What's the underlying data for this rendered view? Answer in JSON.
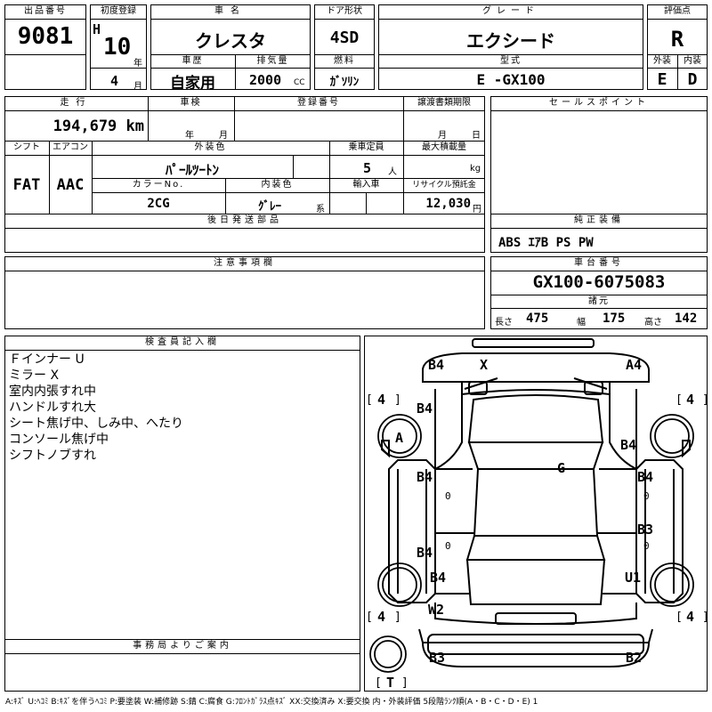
{
  "header": {
    "lot_label": "出品番号",
    "lot": "9081",
    "first_reg_label": "初度登録",
    "era": "H",
    "year": "10",
    "year_unit": "年",
    "month": "4",
    "month_unit": "月",
    "car_label": "車名",
    "car": "クレスタ",
    "history_label": "車歴",
    "history": "自家用",
    "displacement_label": "排気量",
    "displacement": "2000",
    "cc": "CC",
    "door_label": "ドア形状",
    "door": "4SD",
    "fuel_label": "燃料",
    "fuel": "ｶﾞｿﾘﾝ",
    "grade_label": "グレード",
    "grade": "エクシード",
    "model_label": "型式",
    "model": "E -GX100",
    "score_label": "評価点",
    "score": "R",
    "ext_label": "外装",
    "ext": "E",
    "int_label": "内装",
    "int": "D"
  },
  "row2": {
    "mileage_label": "走行",
    "mileage": "194,679 km",
    "inspection_label": "車検",
    "inspection_year": "年",
    "inspection_month": "月",
    "reg_label": "登録番号",
    "transfer_label": "譲渡書類期限",
    "transfer_month": "月",
    "transfer_day": "日",
    "sales_label": "セールスポイント",
    "shift_label": "シフト",
    "shift": "FAT",
    "ac_label": "エアコン",
    "ac": "AAC",
    "color_label": "外装色",
    "color": "ﾊﾟｰﾙﾂｰﾄﾝ",
    "capacity_label": "乗車定員",
    "capacity": "5",
    "capacity_unit": "人",
    "load_label": "最大積載量",
    "load_unit": "kg",
    "color_no_label": "カラーNo.",
    "color_no": "2CG",
    "interior_label": "内装色",
    "interior": "ｸﾞﾚｰ",
    "interior_unit": "系",
    "import_label": "輸入車",
    "recycle_label": "リサイクル預託金",
    "recycle": "12,030",
    "recycle_unit": "円",
    "later_label": "後日発送部品",
    "equip_label": "純正装備",
    "equip": "ABS ｴｱB PS PW"
  },
  "notes": {
    "caution_label": "注意事項欄",
    "chassis_label": "車台番号",
    "chassis": "GX100-6075083",
    "dims_label": "諸元",
    "len_label": "長さ",
    "len": "475",
    "wid_label": "幅",
    "wid": "175",
    "hei_label": "高さ",
    "hei": "142"
  },
  "inspector": {
    "label": "検査員記入欄",
    "lines": [
      "Ｆインナー U",
      "ミラー X",
      "室内内張すれ中",
      "ハンドルすれ大",
      "シート焦げ中、しみ中、へたり",
      "コンソール焦げ中",
      "シフトノブすれ"
    ],
    "office_label": "事務局よりご案内"
  },
  "diagram": {
    "marks": {
      "b4_tl": "B4",
      "x_top": "X",
      "a4_tr": "A4",
      "b4_hood": "B4",
      "g_roof": "G",
      "a_wheel": "A",
      "b4_rf": "B4",
      "b4_lf_door": "B4",
      "b4_rf_door": "B4",
      "b4_lr_door": "B4",
      "b3_rr_door": "B3",
      "b4_lr": "B4",
      "u1_rr": "U1",
      "w2_trunk": "W2",
      "b3_bl": "B3",
      "b2_br": "B2"
    },
    "tires": {
      "fl": "4",
      "fr": "4",
      "rl": "4",
      "rr": "4",
      "spare": "T"
    },
    "zeros": [
      "0",
      "0",
      "0",
      "0"
    ]
  },
  "legend": "A:ｷｽﾞ U:ﾍｺﾐ B:ｷｽﾞを伴うﾍｺﾐ P:要塗装 W:補修跡 S:錆 C:腐食 G:ﾌﾛﾝﾄｶﾞﾗｽ点ｷｽﾞ XX:交換済み X:要交換 内・外装評価 5段階ﾗﾝｸ順(A・B・C・D・E) 1"
}
